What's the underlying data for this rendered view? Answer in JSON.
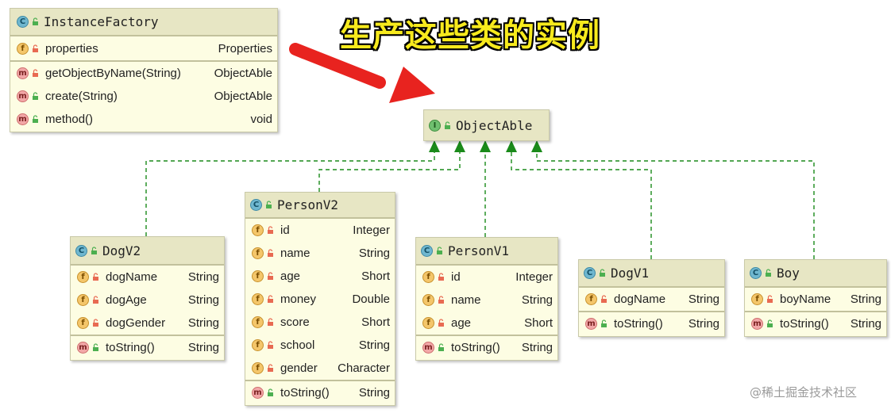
{
  "headline": "生产这些类的实例",
  "watermark": "@稀土掘金技术社区",
  "colors": {
    "box_bg": "#fdfde3",
    "header_bg": "#e7e6c4",
    "arrow_red": "#e8231f",
    "inherit_green": "#1a8a1a",
    "headline_yellow": "#f7ea1d"
  },
  "classes": {
    "instance_factory": {
      "name": "InstanceFactory",
      "fields": [
        {
          "name": "properties",
          "type": "Properties"
        }
      ],
      "methods": [
        {
          "name": "getObjectByName(String)",
          "type": "ObjectAble"
        },
        {
          "name": "create(String)",
          "type": "ObjectAble"
        },
        {
          "name": "method()",
          "type": "void"
        }
      ]
    },
    "object_able": {
      "name": "ObjectAble"
    },
    "dog_v2": {
      "name": "DogV2",
      "fields": [
        {
          "name": "dogName",
          "type": "String"
        },
        {
          "name": "dogAge",
          "type": "String"
        },
        {
          "name": "dogGender",
          "type": "String"
        }
      ],
      "methods": [
        {
          "name": "toString()",
          "type": "String"
        }
      ]
    },
    "person_v2": {
      "name": "PersonV2",
      "fields": [
        {
          "name": "id",
          "type": "Integer"
        },
        {
          "name": "name",
          "type": "String"
        },
        {
          "name": "age",
          "type": "Short"
        },
        {
          "name": "money",
          "type": "Double"
        },
        {
          "name": "score",
          "type": "Short"
        },
        {
          "name": "school",
          "type": "String"
        },
        {
          "name": "gender",
          "type": "Character"
        }
      ],
      "methods": [
        {
          "name": "toString()",
          "type": "String"
        }
      ]
    },
    "person_v1": {
      "name": "PersonV1",
      "fields": [
        {
          "name": "id",
          "type": "Integer"
        },
        {
          "name": "name",
          "type": "String"
        },
        {
          "name": "age",
          "type": "Short"
        }
      ],
      "methods": [
        {
          "name": "toString()",
          "type": "String"
        }
      ]
    },
    "dog_v1": {
      "name": "DogV1",
      "fields": [
        {
          "name": "dogName",
          "type": "String"
        }
      ],
      "methods": [
        {
          "name": "toString()",
          "type": "String"
        }
      ]
    },
    "boy": {
      "name": "Boy",
      "fields": [
        {
          "name": "boyName",
          "type": "String"
        }
      ],
      "methods": [
        {
          "name": "toString()",
          "type": "String"
        }
      ]
    }
  }
}
